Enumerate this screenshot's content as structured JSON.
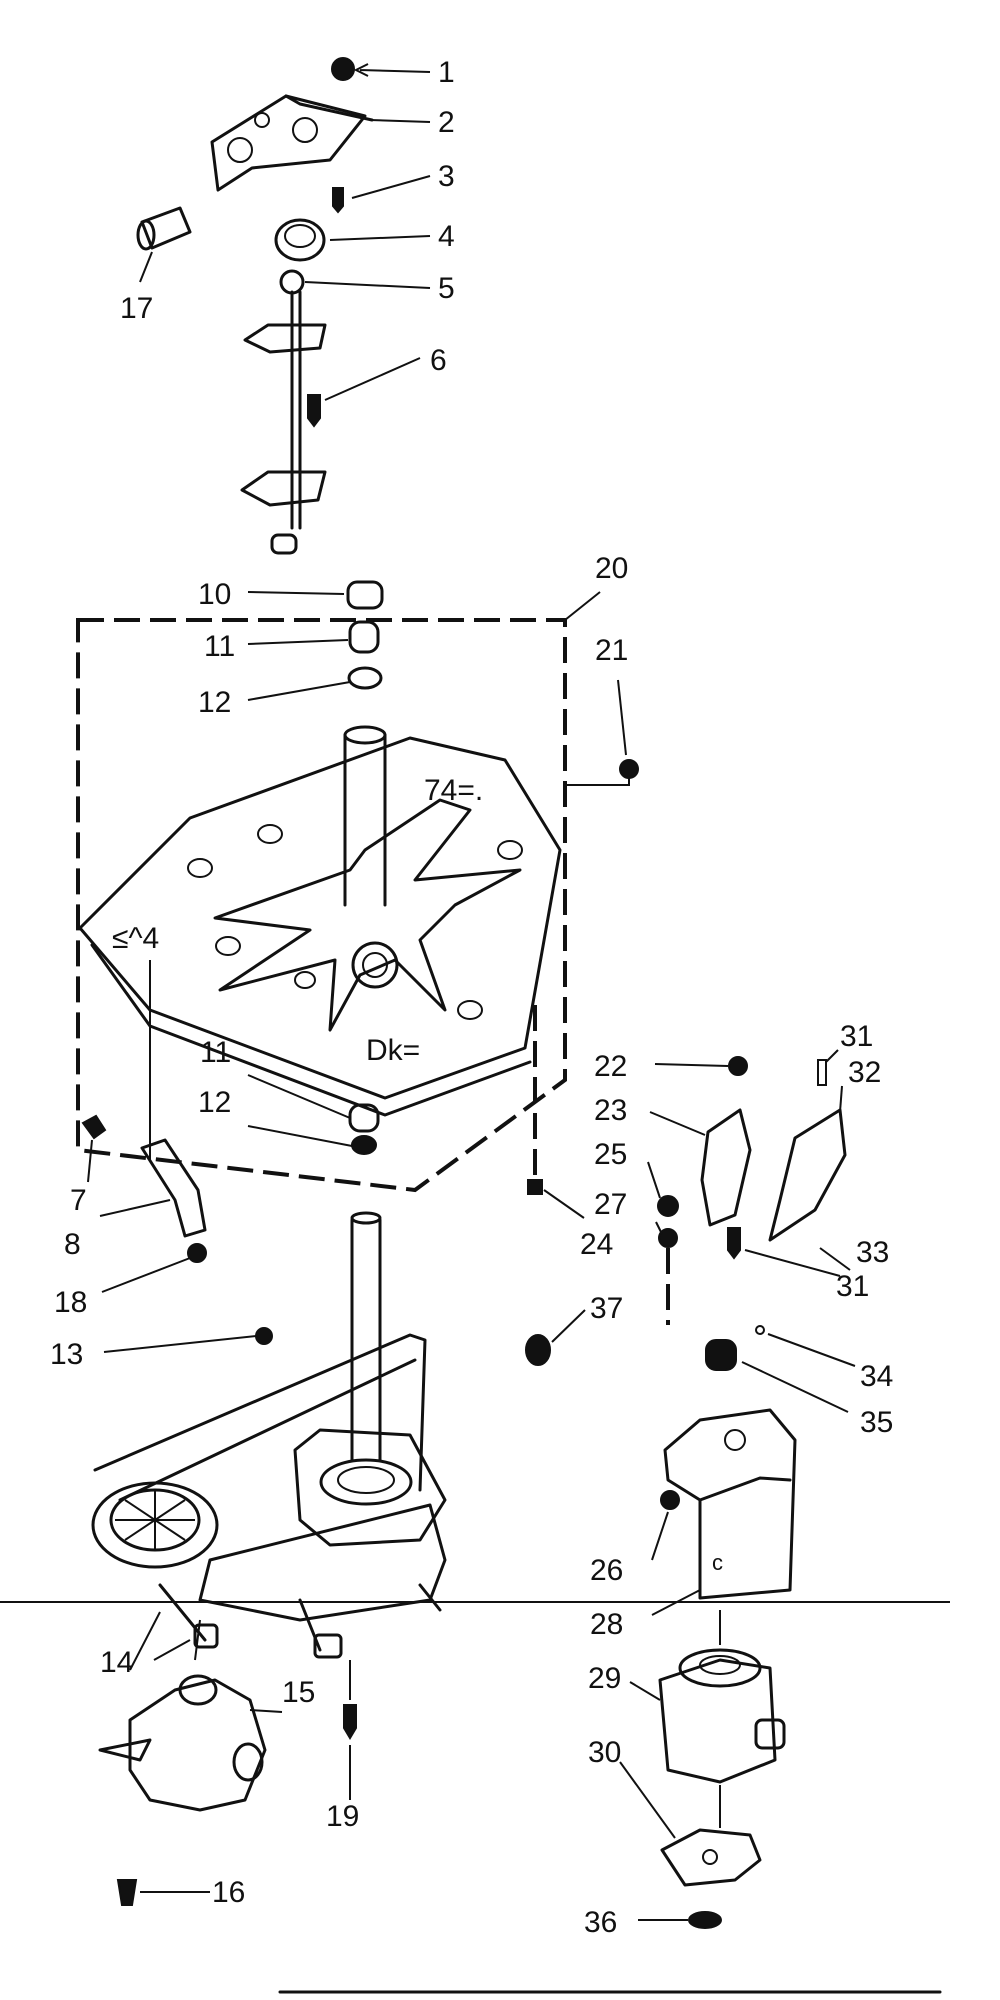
{
  "callouts": [
    {
      "id": "c1",
      "text": "1"
    },
    {
      "id": "c2",
      "text": "2"
    },
    {
      "id": "c3",
      "text": "3"
    },
    {
      "id": "c4",
      "text": "4"
    },
    {
      "id": "c5",
      "text": "5"
    },
    {
      "id": "c6",
      "text": "6"
    },
    {
      "id": "c17",
      "text": "17"
    },
    {
      "id": "c10",
      "text": "10"
    },
    {
      "id": "c11a",
      "text": "11"
    },
    {
      "id": "c12a",
      "text": "12"
    },
    {
      "id": "c20",
      "text": "20"
    },
    {
      "id": "c21",
      "text": "21"
    },
    {
      "id": "c11b",
      "text": "11"
    },
    {
      "id": "c12b",
      "text": "12"
    },
    {
      "id": "c7",
      "text": "7"
    },
    {
      "id": "c8",
      "text": "8"
    },
    {
      "id": "c18",
      "text": "18"
    },
    {
      "id": "c13",
      "text": "13"
    },
    {
      "id": "c22",
      "text": "22"
    },
    {
      "id": "c23",
      "text": "23"
    },
    {
      "id": "c25",
      "text": "25"
    },
    {
      "id": "c27",
      "text": "27"
    },
    {
      "id": "c24",
      "text": "24"
    },
    {
      "id": "c31a",
      "text": "31"
    },
    {
      "id": "c32",
      "text": "32"
    },
    {
      "id": "c31b",
      "text": "31"
    },
    {
      "id": "c33",
      "text": "33"
    },
    {
      "id": "c37",
      "text": "37"
    },
    {
      "id": "c34",
      "text": "34"
    },
    {
      "id": "c35",
      "text": "35"
    },
    {
      "id": "c26",
      "text": "26"
    },
    {
      "id": "c28",
      "text": "28"
    },
    {
      "id": "c14",
      "text": "14"
    },
    {
      "id": "c15",
      "text": "15"
    },
    {
      "id": "c29",
      "text": "29"
    },
    {
      "id": "c30",
      "text": "30"
    },
    {
      "id": "c19",
      "text": "19"
    },
    {
      "id": "c16",
      "text": "16"
    },
    {
      "id": "c36",
      "text": "36"
    }
  ],
  "plate_marks": {
    "top": "74=.",
    "left": "≤^4",
    "bottom": "Dk="
  }
}
